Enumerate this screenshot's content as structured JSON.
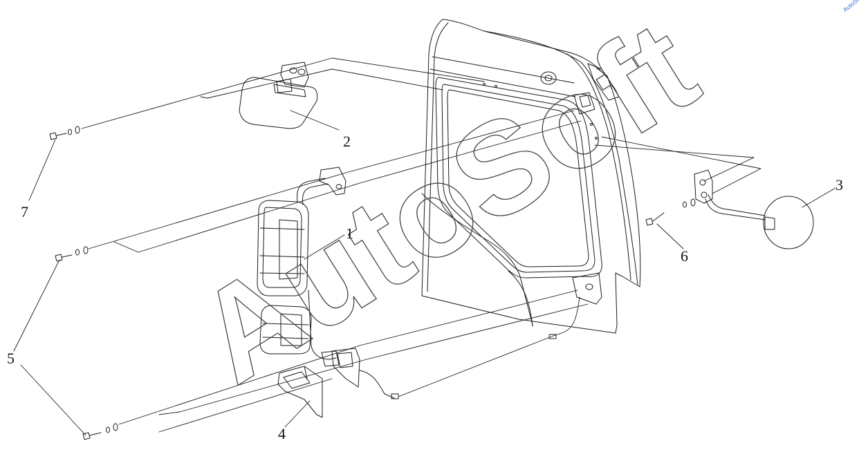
{
  "diagram": {
    "callouts": [
      {
        "id": "callout-1",
        "label": "1"
      },
      {
        "id": "callout-2",
        "label": "2"
      },
      {
        "id": "callout-3",
        "label": "3"
      },
      {
        "id": "callout-4",
        "label": "4"
      },
      {
        "id": "callout-5",
        "label": "5"
      },
      {
        "id": "callout-6",
        "label": "6"
      },
      {
        "id": "callout-7",
        "label": "7"
      }
    ],
    "watermark": "AutoSoft",
    "corner_mark": "AutoSoft"
  },
  "colors": {
    "line": "#1a1a1a",
    "background": "#ffffff"
  }
}
